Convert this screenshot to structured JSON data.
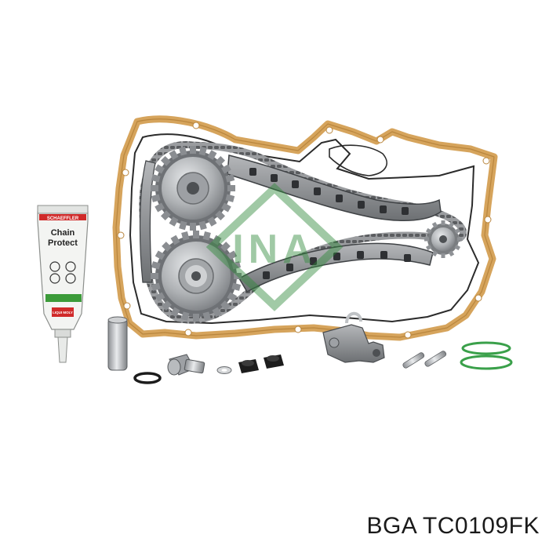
{
  "product": {
    "caption": "BGA TC0109FK"
  },
  "tube": {
    "brand_line": "SCHAEFFLER",
    "label_line1": "Chain",
    "label_line2": "Protect",
    "maker_mark": "LIQUI MOLY"
  },
  "logo": {
    "text": "INA"
  },
  "colors": {
    "gasket": "#d6a45c",
    "gasket_dark": "#b9863e",
    "cover_line": "#2b2b2b",
    "chain": "#6e6e6e",
    "metal": "#b7b9bc",
    "metal_dark": "#7a7d80",
    "tube_red": "#d02a2a",
    "tube_green": "#3c9b3a",
    "oring": "#3aa04a",
    "rubber": "#1c1c1c"
  }
}
